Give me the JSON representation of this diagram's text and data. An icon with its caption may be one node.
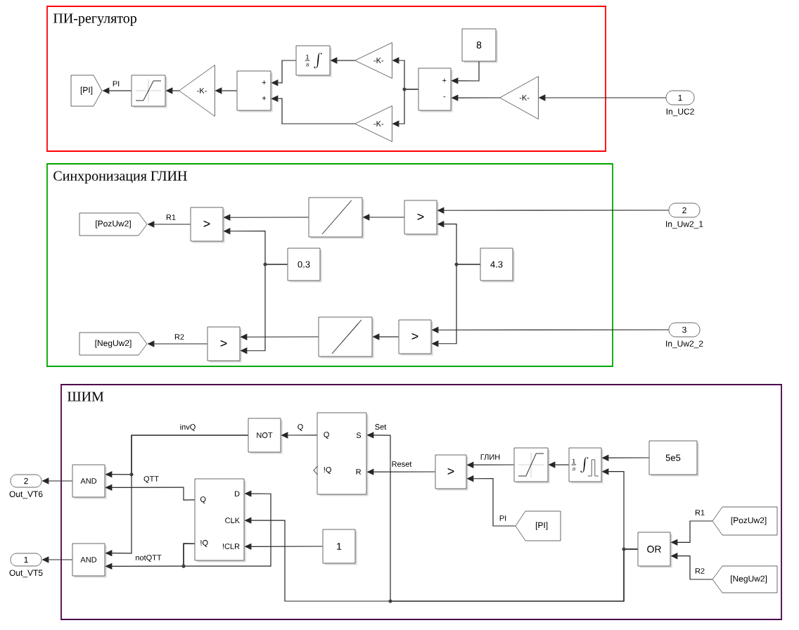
{
  "diagram": {
    "nodes": [
      {
        "text": [
          "ПИ-регулятор"
        ]
      },
      {
        "text": [
          "[PI]"
        ],
        "in": 0
      },
      {
        "text": [],
        "shape": "box",
        "in": 0
      },
      {
        "text": [
          "-K-"
        ],
        "in": 0
      },
      {
        "text": [
          "+",
          "+"
        ],
        "in": 0
      },
      {
        "text": [
          "\\frac{1}{s}\\int"
        ],
        "in": 0
      },
      {
        "text": [
          "-K-"
        ],
        "in": 0
      },
      {
        "text": [
          "-K-"
        ],
        "in": 0
      },
      {
        "text": [
          "+",
          "-"
        ],
        "in": 0
      },
      {
        "text": [
          "8"
        ],
        "in": 0
      },
      {
        "text": [
          "-K-"
        ],
        "in": 0
      },
      {
        "text": [
          "1"
        ],
        "beside": [
          "In_UC2"
        ]
      },
      {
        "text": [
          "Синхронизация ГЛИН"
        ]
      },
      {
        "text": [
          "[PozUw2]"
        ],
        "in": 12
      },
      {
        "text": [
          ">"
        ],
        "in": 12
      },
      {
        "text": [],
        "shape": "box",
        "in": 12
      },
      {
        "text": [
          ">"
        ],
        "in": 12
      },
      {
        "text": [
          "0.3"
        ],
        "in": 12
      },
      {
        "text": [
          "4.3"
        ],
        "in": 12
      },
      {
        "text": [
          "[NegUw2]"
        ],
        "in": 12
      },
      {
        "text": [
          ">"
        ],
        "in": 12
      },
      {
        "text": [],
        "shape": "box",
        "in": 12
      },
      {
        "text": [
          ">"
        ],
        "in": 12
      },
      {
        "text": [
          "2"
        ],
        "beside": [
          "In_Uw2_1"
        ]
      },
      {
        "text": [
          "3"
        ],
        "beside": [
          "In_Uw2_2"
        ]
      },
      {
        "text": [
          "ШИМ"
        ]
      },
      {
        "text": [
          "AND"
        ],
        "in": 25
      },
      {
        "text": [
          "AND"
        ],
        "in": 25
      },
      {
        "text": [
          "NOT"
        ],
        "in": 25
      },
      {
        "text": [
          "Q",
          "!Q",
          "S",
          "R"
        ],
        "in": 25
      },
      {
        "text": [
          "Q",
          "!Q",
          "D",
          "CLK",
          "!CLR"
        ],
        "in": 25
      },
      {
        "text": [
          "1"
        ],
        "in": 25
      },
      {
        "text": [
          ">"
        ],
        "in": 25
      },
      {
        "text": [],
        "shape": "box",
        "in": 25
      },
      {
        "text": [
          "\\frac{1}{s}\\int"
        ],
        "in": 25
      },
      {
        "text": [
          "5e5"
        ],
        "in": 25
      },
      {
        "text": [
          "[PI]"
        ],
        "in": 25
      },
      {
        "text": [
          "OR"
        ],
        "in": 25
      },
      {
        "text": [
          "[PozUw2]"
        ],
        "in": 25
      },
      {
        "text": [
          "[NegUw2]"
        ],
        "in": 25
      },
      {
        "text": [
          "2"
        ],
        "beside": [
          "Out_VT6"
        ]
      },
      {
        "text": [
          "1"
        ],
        "beside": [
          "Out_VT5"
        ]
      }
    ],
    "edges": [
      {
        "from": 11,
        "to": 10,
        "arrow": "to"
      },
      {
        "from": 10,
        "to": 8,
        "arrow": "to"
      },
      {
        "from": 9,
        "to": 8,
        "arrow": "to"
      },
      {
        "from": 8,
        "to": 6,
        "arrow": "to"
      },
      {
        "from": 8,
        "to": 7,
        "arrow": "to"
      },
      {
        "from": 6,
        "to": 5,
        "arrow": "to"
      },
      {
        "from": 5,
        "to": 4,
        "arrow": "to"
      },
      {
        "from": 7,
        "to": 4,
        "arrow": "to"
      },
      {
        "from": 4,
        "to": 3,
        "arrow": "to"
      },
      {
        "from": 3,
        "to": 2,
        "arrow": "to"
      },
      {
        "from": 2,
        "to": 1,
        "arrow": "to",
        "label": "PI"
      },
      {
        "from": 23,
        "to": 16,
        "arrow": "to"
      },
      {
        "from": 18,
        "to": 16,
        "arrow": "to"
      },
      {
        "from": 18,
        "to": 22,
        "arrow": "to"
      },
      {
        "from": 24,
        "to": 22,
        "arrow": "to"
      },
      {
        "from": 16,
        "to": 15,
        "arrow": "to"
      },
      {
        "from": 15,
        "to": 14,
        "arrow": "to"
      },
      {
        "from": 17,
        "to": 14,
        "arrow": "to"
      },
      {
        "from": 17,
        "to": 20,
        "arrow": "to"
      },
      {
        "from": 22,
        "to": 21,
        "arrow": "to"
      },
      {
        "from": 21,
        "to": 20,
        "arrow": "to"
      },
      {
        "from": 14,
        "to": 13,
        "arrow": "to",
        "label": "R1"
      },
      {
        "from": 20,
        "to": 19,
        "arrow": "to",
        "label": "R2"
      },
      {
        "from": 35,
        "to": 34,
        "arrow": "to"
      },
      {
        "from": 37,
        "to": 34,
        "arrow": "to"
      },
      {
        "from": 37,
        "to": 29,
        "arrow": "to",
        "label": "Set"
      },
      {
        "from": 37,
        "to": 30,
        "arrow": "to"
      },
      {
        "from": 34,
        "to": 33,
        "arrow": "to"
      },
      {
        "from": 33,
        "to": 32,
        "arrow": "to",
        "label": "ГЛИН"
      },
      {
        "from": 36,
        "to": 32,
        "arrow": "to",
        "label": "PI"
      },
      {
        "from": 32,
        "to": 29,
        "arrow": "to",
        "label": "Reset"
      },
      {
        "from": 29,
        "to": 28,
        "arrow": "to",
        "label": "Q"
      },
      {
        "from": 28,
        "to": 26,
        "arrow": "to",
        "label": "invQ"
      },
      {
        "from": 28,
        "to": 27,
        "arrow": "to"
      },
      {
        "from": 30,
        "to": 26,
        "arrow": "to",
        "label": "QTT"
      },
      {
        "from": 30,
        "to": 27,
        "arrow": "to",
        "label": "notQTT"
      },
      {
        "from": 30,
        "to": 30,
        "arrow": "to"
      },
      {
        "from": 31,
        "to": 30,
        "arrow": "to"
      },
      {
        "from": 26,
        "to": 40,
        "arrow": "to"
      },
      {
        "from": 27,
        "to": 41,
        "arrow": "to"
      },
      {
        "from": 38,
        "to": 37,
        "arrow": "to",
        "label": "R1"
      },
      {
        "from": 39,
        "to": 37,
        "arrow": "to",
        "label": "R2"
      }
    ]
  }
}
